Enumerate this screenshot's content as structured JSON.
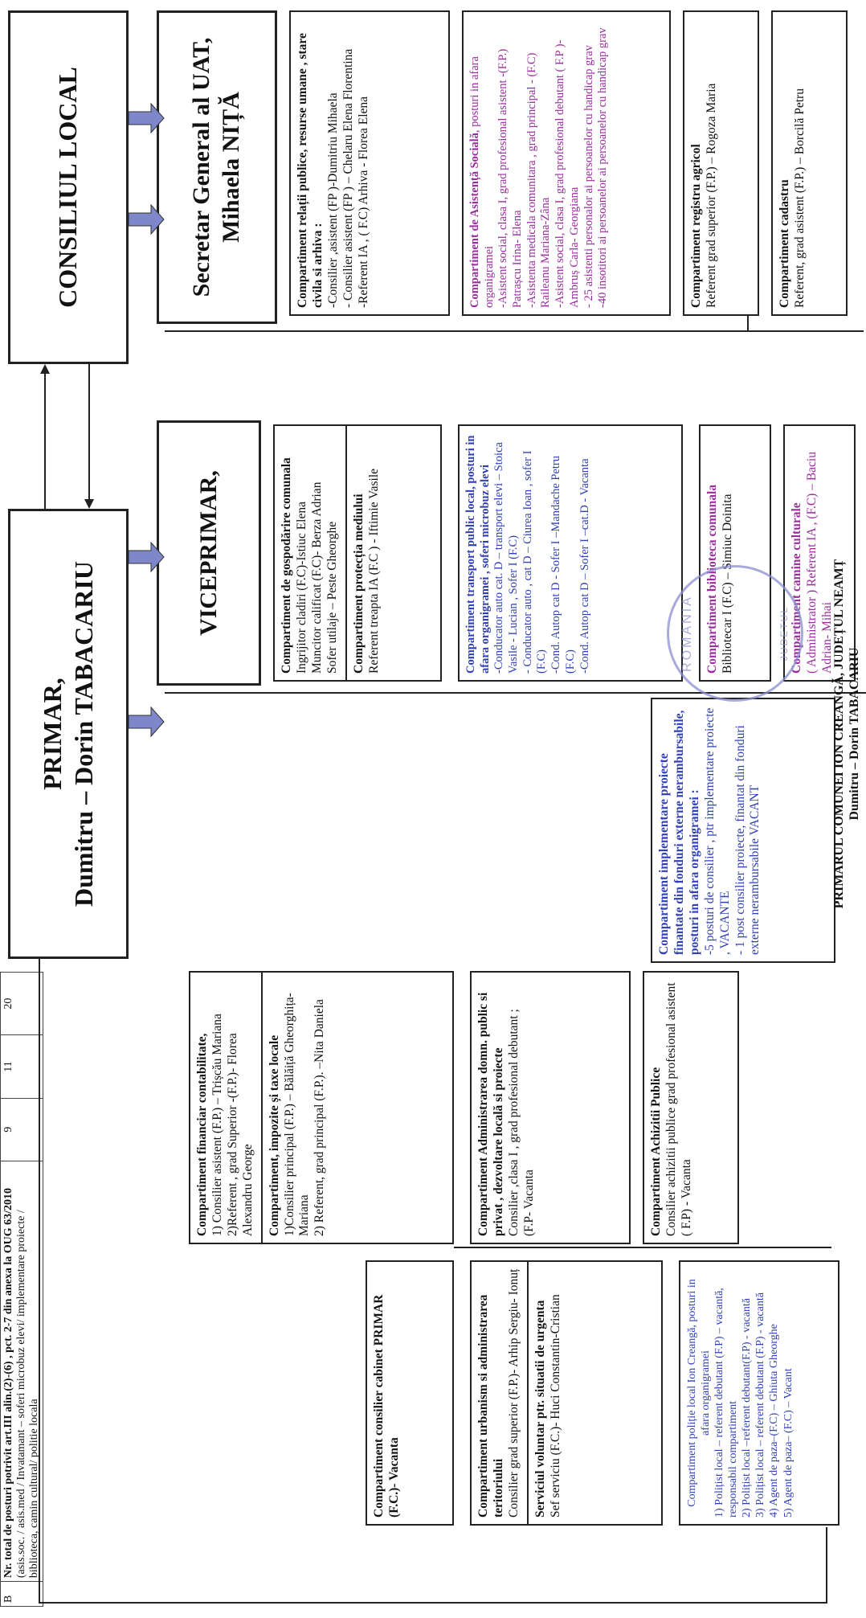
{
  "header_table": {
    "row_label": "B",
    "text_bold": "Nr. total de posturi potrivit art.III alin.(2)-(6) , pct. 2-7 din anexa la OUG 63/2010",
    "text_normal": "(asis.soc. / asis.med / Invatamant – soferi microbuz elevi/ implementare proiecte / biblioteca, camin cultural/ politie locala",
    "values": [
      "9",
      "11",
      "20"
    ]
  },
  "consiliu_local": {
    "title": "CONSILIUL LOCAL"
  },
  "primar": {
    "line1": "PRIMAR,",
    "line2": "Dumitru – Dorin TABACARIU"
  },
  "secretar": {
    "line1": "Secretar General al UAT,",
    "line2": "Mihaela NIȚĂ"
  },
  "viceprimar": {
    "title": "VICEPRIMAR,"
  },
  "left_boxes": {
    "cabinet": {
      "title": "Compartiment consilier cabinet PRIMAR (F.C.)- Vacanta"
    },
    "urbanism": {
      "title": "Compartiment urbanism si administrarea teritoriului",
      "body": "Consilier grad superior (F.P.)- Arhip Sergiu- Ionuț"
    },
    "voluntar": {
      "title": "Serviciul voluntar ptr. situatii de urgenta",
      "body": "Sef serviciu (F.C.)- Huci Constantin-Cristian"
    },
    "politie": {
      "title": "Compartiment poliție local Ion Creangă, posturi in afara organigramei",
      "items": [
        "1) Polițist local – referent debutant (F.P) – vacantă, responsabil compartiment",
        "2) Polițist local –referent debutant(F.P) - vacantă",
        "3) Polițist local – referent debutant (F.P) - vacantă",
        "4) Agent de paza–(F.C) – Ghiuta Gheorghe",
        "5) Agent de paza– (F.C) – Vacant"
      ]
    }
  },
  "mid_boxes": {
    "financiar": {
      "title": "Compartiment financiar contabilitate,",
      "items": [
        "1) Consilier asistent (F.P.) – Trișcău Mariana",
        "2)Referent , grad Superior -(F.P.)- Florea Alexandru George"
      ],
      "title2": "Compartiment, impozite și taxe locale",
      "items2": [
        "1)Consilier principal (F.P.) – Bălăiță Gheorghița- Mariana",
        "2) Referent, grad principal (F.P.). –Nita Daniela"
      ]
    },
    "administrarea": {
      "title": "Compartiment Administrarea domn. public si privat , dezvoltare locală si proiecte",
      "body": "Consilier ,clasa I , grad profesional debutant ;",
      "note": "(F.P- Vacanta"
    },
    "achizitii": {
      "title": "Compartiment Achizitii Publice",
      "body": "Consilier achizitii publice grad profesional asistent ( F.P) - Vacanta"
    },
    "fonduri": {
      "title": "Compartiment implementare proiecte finantate din fonduri externe nerambursabile, posturi in afara organigramei :",
      "items": [
        "-5 posturi de consilier , ptr implementare proiecte , VACANTE",
        "- 1 post consilier proiecte, finantat din fonduri externe nerambursabile VACANT"
      ]
    }
  },
  "vice_boxes": {
    "gospodarire": {
      "title": "Compartiment de gospodărire comunala",
      "items": [
        "Ingrijitor cladiri (F.C)-Istiuc Elena",
        "Muncitor calificat (F.C)- Berza Adrian",
        "Sofer utilaje – Peste Gheorghe"
      ],
      "title2": "Compartiment protecția mediului",
      "body2": "Referent treapta IA (F.C ) - Iftimie Vasile"
    },
    "transport": {
      "title": "Compartiment transport public local, posturi in afara organigramei , soferi microbuz elevi",
      "items": [
        "-Conducator auto cat. D – transport elevi – Stoica Vasile - Lucian , Sofer I (F.C)",
        "- Conducator auto , cat D – Ciurea Ioan , sofer I (F.C)",
        "-Cond. Autop cat D - Sofer I –Mandache Petru (F.C)",
        "-Cond. Autop cat D – Sofer I –cat.D - Vacanta"
      ]
    },
    "biblioteca": {
      "title": "Compartiment biblioteca comunala",
      "body": "Bibliotecar I (F.C) – Simiuc Doinita"
    },
    "camine": {
      "title": "Compartiment camine culturale",
      "body": "( Administrator ) Referent IA , (F.C) – Baciu Adrian- Mihai"
    }
  },
  "right_boxes": {
    "relatii": {
      "title": "Compartiment relații publice, resurse umane , stare civila si arhiva :",
      "items": [
        "-Consilier ,asistent (FP )-Dumitriu Mihaela",
        "- Consilier asistent (FP ) – Chelaru Elena Florentina",
        "-Referent IA , ( F.C) Arhiva - Florea Elena"
      ]
    },
    "asistenta": {
      "title": "Compartiment de Asistență Socială",
      "title_suffix": ", posturi in afara organigramei",
      "items": [
        "-Asistent social, clasa I, grad profesional asistent -(F.P.) Patrașcu Irina- Elena",
        "-Asistenta medicala comunitara , grad principal - (F.C) Raileanu Mariana-Zâna",
        "-Asistent social, clasa I, grad profesional debutant ( F.P )- Ambruș Carla- Georgiana",
        "- 25 asistenti personalor ai persoanelor cu handicap grav",
        "-40 insotitori ai persoanelor ai persoanelor cu handicap grav"
      ]
    },
    "registru": {
      "title": "Compartiment registru agricol",
      "body": "Referent grad superior (F.P.) – Rogoza Maria"
    },
    "cadastru": {
      "title": "Compartiment cadastru",
      "body": "Referent, grad asistent (F.P.) – Borcilă Petru"
    }
  },
  "footer": {
    "line1": "PRIMARUL COMUNEI ION CREANGĂ, JUDEȚUL NEAMȚ",
    "line2": "Dumitru – Dorin TABACARIU"
  },
  "stamp": {
    "text_top": "ROMANIA",
    "text_bottom": "JUDETUL"
  },
  "colors": {
    "blue_text": "#2f3fb5",
    "purple_text": "#9a2c9e",
    "arrow_fill": "#7d87c9",
    "stamp": "#8a8fd0"
  }
}
